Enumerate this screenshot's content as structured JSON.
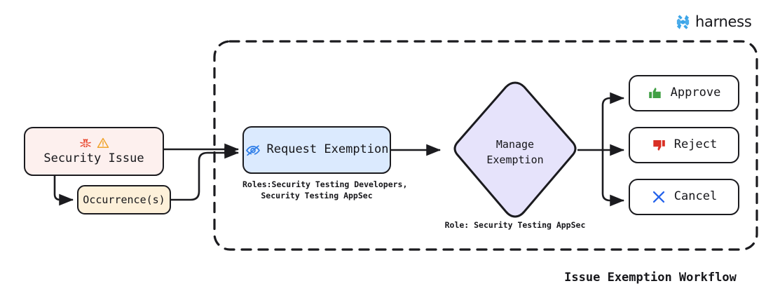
{
  "brand": {
    "name": "harness",
    "logo_icon": "harness-logo-icon",
    "color": "#3ca5e8"
  },
  "diagram": {
    "title": "Issue Exemption Workflow",
    "container": {
      "name": "exemption-scope-boundary",
      "style": "dashed"
    },
    "nodes": [
      {
        "id": "security-issue",
        "label": "Security Issue",
        "fill": "#fdf0ee",
        "icons": [
          "bug-icon",
          "warning-triangle-icon"
        ]
      },
      {
        "id": "occurrences",
        "label": "Occurrence(s)",
        "fill": "#fdf0d9",
        "icons": []
      },
      {
        "id": "request-exemption",
        "label": "Request Exemption",
        "fill": "#dbeafe",
        "icons": [
          "eye-off-icon"
        ],
        "caption": "Roles:Security Testing Developers,\nSecurity Testing AppSec"
      },
      {
        "id": "manage-exemption",
        "label": "Manage\nExemption",
        "fill": "#e6e3fb",
        "icons": [],
        "caption": "Role: Security Testing AppSec"
      },
      {
        "id": "approve",
        "label": "Approve",
        "fill": "#ffffff",
        "icons": [
          "thumbs-up-icon"
        ],
        "icon_color": "#41a045"
      },
      {
        "id": "reject",
        "label": "Reject",
        "fill": "#ffffff",
        "icons": [
          "thumbs-down-icon"
        ],
        "icon_color": "#d93025"
      },
      {
        "id": "cancel",
        "label": "Cancel",
        "fill": "#ffffff",
        "icons": [
          "x-cross-icon"
        ],
        "icon_color": "#2563eb"
      }
    ],
    "colors": {
      "stroke": "#1b1b1f",
      "bug": "#e8432a",
      "warning": "#f0a42c",
      "eye_off": "#2f7ee8"
    }
  }
}
